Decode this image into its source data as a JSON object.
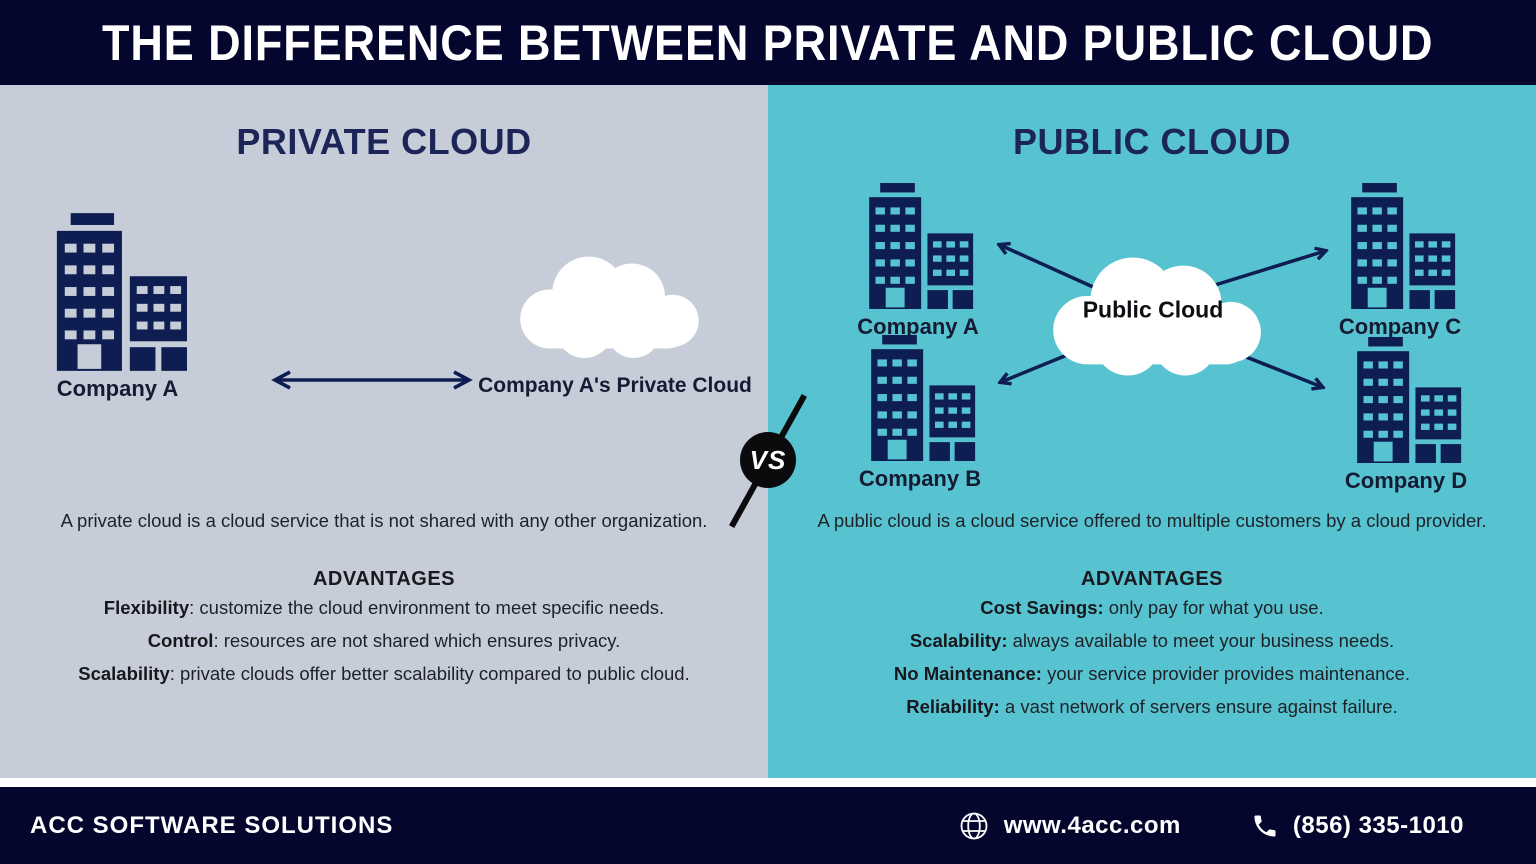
{
  "title": "THE DIFFERENCE BETWEEN PRIVATE AND PUBLIC CLOUD",
  "colors": {
    "navy": "#04062e",
    "panel-gray": "#c6cdd8",
    "panel-teal": "#57c3d0",
    "icon-navy": "#0e1d52",
    "heading-navy": "#1b2558",
    "ink": "#1f2128",
    "label-ink": "#141b33",
    "vs-black": "#0b0b0e"
  },
  "private": {
    "heading": "PRIVATE CLOUD",
    "company_label": "Company A",
    "cloud_label": "Company A's Private Cloud",
    "description": "A private cloud is a cloud service that is not shared with any other organization.",
    "advantages_heading": "ADVANTAGES",
    "advantages": [
      {
        "label": "Flexibility",
        "text": ": customize the cloud environment to meet specific needs."
      },
      {
        "label": "Control",
        "text": ": resources are not shared which ensures privacy."
      },
      {
        "label": "Scalability",
        "text": ": private clouds offer better scalability compared to public cloud."
      }
    ]
  },
  "public": {
    "heading": "PUBLIC CLOUD",
    "cloud_label": "Public Cloud",
    "companies": [
      "Company A",
      "Company B",
      "Company C",
      "Company D"
    ],
    "description": "A public cloud is a cloud service offered to multiple customers by a cloud provider.",
    "advantages_heading": "ADVANTAGES",
    "advantages": [
      {
        "label": "Cost Savings:",
        "text": " only pay for what you use."
      },
      {
        "label": "Scalability:",
        "text": " always available to meet your business needs."
      },
      {
        "label": "No Maintenance:",
        "text": " your service provider provides maintenance."
      },
      {
        "label": "Reliability:",
        "text": " a vast network of servers ensure against failure."
      }
    ]
  },
  "vs_label": "VS",
  "footer": {
    "company": "ACC SOFTWARE SOLUTIONS",
    "website": "www.4acc.com",
    "phone": "(856) 335-1010"
  }
}
